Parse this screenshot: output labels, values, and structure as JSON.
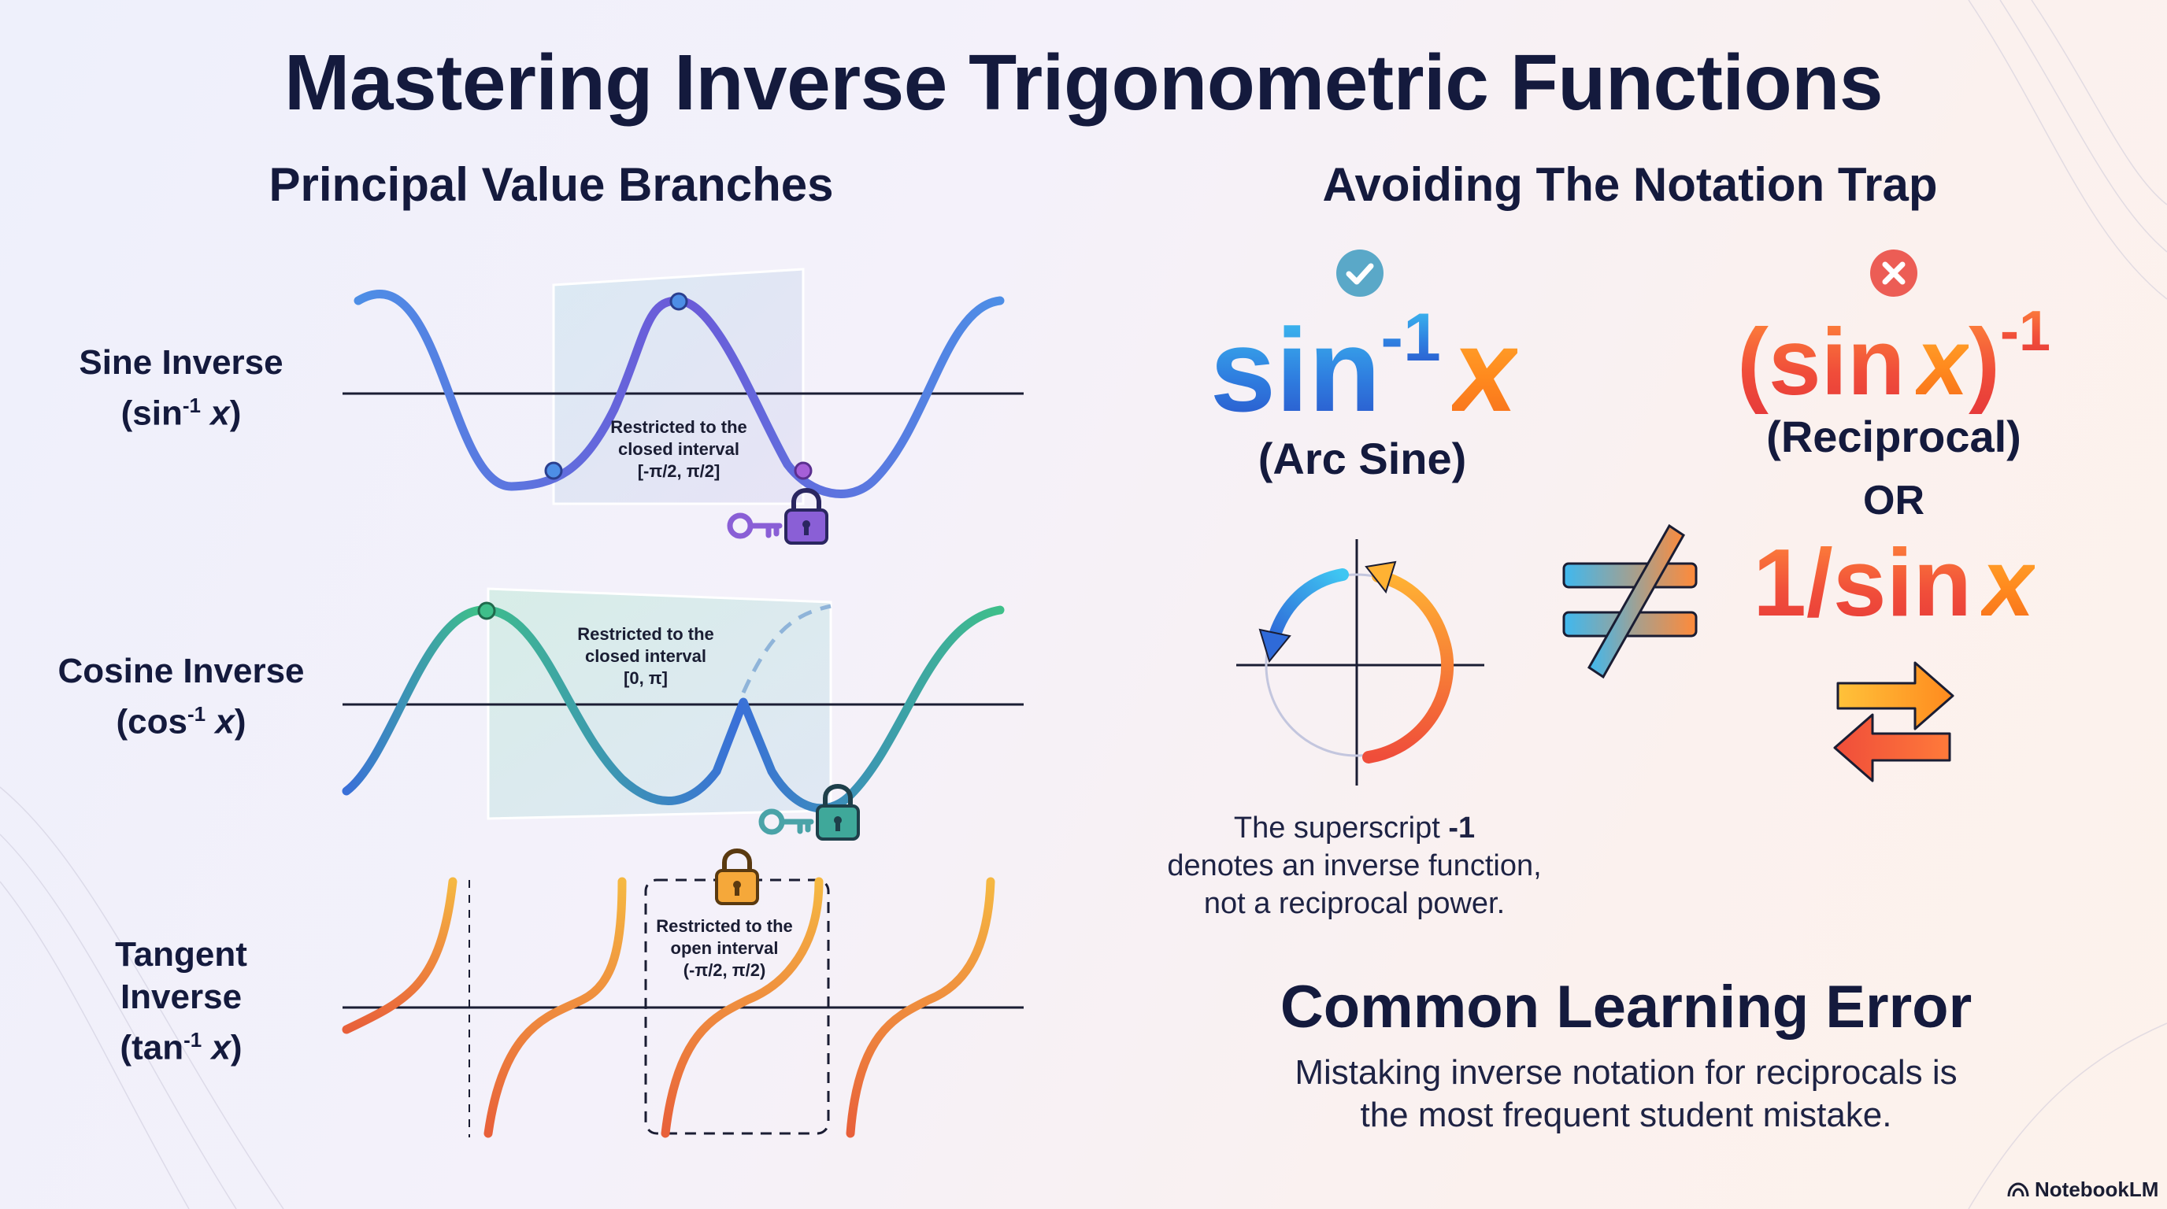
{
  "title": "Mastering Inverse Trigonometric Functions",
  "left": {
    "heading": "Principal Value Branches",
    "rows": [
      {
        "label_line1": "Sine Inverse",
        "label_fn": "(sin",
        "label_sup": "-1",
        "label_var": "x",
        "label_close": ")",
        "note_line1": "Restricted to the",
        "note_line2": "closed interval",
        "note_line3": "[-π/2, π/2]"
      },
      {
        "label_line1": "Cosine Inverse",
        "label_fn": "(cos",
        "label_sup": "-1",
        "label_var": "x",
        "label_close": ")",
        "note_line1": "Restricted to the",
        "note_line2": "closed interval",
        "note_line3": "[0, π]"
      },
      {
        "label_line1": "Tangent",
        "label_line2": "Inverse",
        "label_fn": "(tan",
        "label_sup": "-1",
        "label_var": "x",
        "label_close": ")",
        "note_line1": "Restricted to the",
        "note_line2": "open interval",
        "note_line3": "(-π/2, π/2)"
      }
    ]
  },
  "right": {
    "heading": "Avoiding The Notation Trap",
    "correct": {
      "fn": "sin",
      "sup": "-1",
      "var": "x",
      "caption": "(Arc Sine)"
    },
    "incorrect": {
      "open": "(sin",
      "var": "x",
      "close": ")",
      "sup": "-1",
      "caption": "(Reciprocal)",
      "or": "OR",
      "alt_fn": "1/sin",
      "alt_var": "x"
    },
    "note_line1_pre": "The superscript ",
    "note_line1_bold": "-1",
    "note_line2": "denotes an inverse function,",
    "note_line3": "not a reciprocal power.",
    "error_title": "Common Learning Error",
    "error_line1": "Mistaking inverse notation for reciprocals is",
    "error_line2": "the most frequent student mistake."
  },
  "brand": "NotebookLM",
  "colors": {
    "title": "#141a3d",
    "sine_curve_start": "#4d8ee6",
    "sine_curve_end": "#7a4fd6",
    "cos_curve_start": "#3fbf8a",
    "cos_curve_end": "#3a70d8",
    "tan_curve_top": "#f5b842",
    "tan_curve_bottom": "#e8603a",
    "check_badge": "#5aa8c8",
    "cross_badge": "#ec5d55"
  },
  "icons": [
    "key-icon",
    "lock-icon",
    "check-icon",
    "cross-icon",
    "not-equal-icon",
    "swap-arrows-icon",
    "rotation-arrows-icon",
    "notebooklm-logo-icon"
  ]
}
